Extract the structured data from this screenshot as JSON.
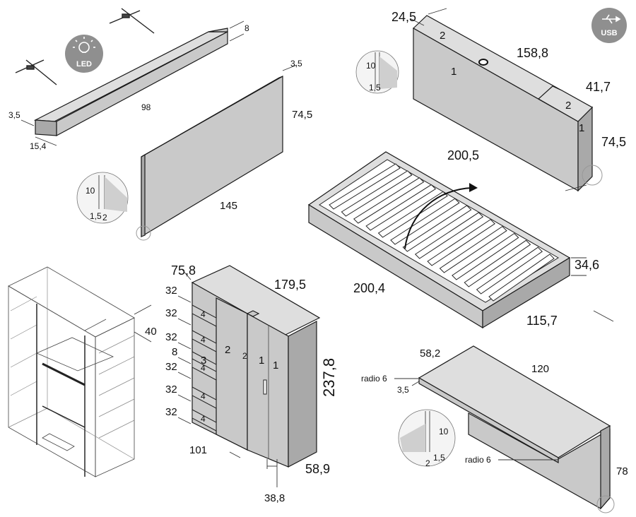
{
  "badges": {
    "led": "LED",
    "usb": "USB"
  },
  "shelf": {
    "length": "98",
    "height": "8",
    "thickness": "3,5",
    "depth": "15,4"
  },
  "back_panel": {
    "width": "145",
    "height": "74,5",
    "thickness": "3,5",
    "detail_a": "10",
    "detail_b": "1,5",
    "detail_c": "2"
  },
  "headboard": {
    "thickness": "24,5",
    "length": "158,8",
    "module": "41,7",
    "height": "74,5",
    "part_1": "1",
    "part_2": "2",
    "module_part_1": "1",
    "module_part_2": "2",
    "detail_a": "10",
    "detail_b": "1,5"
  },
  "bed": {
    "length_top": "200,5",
    "length_side": "200,4",
    "height": "34,6",
    "width": "115,7"
  },
  "wardrobe": {
    "depth": "40",
    "top_depth": "75,8",
    "top_width": "179,5",
    "height": "237,8",
    "base_width": "101",
    "door_width": "58,9",
    "gap": "38,8",
    "shelf_gaps": [
      "32",
      "32",
      "32",
      "8",
      "32",
      "32",
      "32"
    ],
    "labels": [
      "4",
      "4",
      "3",
      "4",
      "4",
      "4"
    ],
    "panel_2": "2",
    "panel_2_small": "2",
    "door_1a": "1",
    "door_1b": "1"
  },
  "desk": {
    "width": "120",
    "depth": "58,2",
    "thickness": "3,5",
    "height": "78",
    "radius_top": "radio 6",
    "radius_side": "radio 6",
    "detail_a": "10",
    "detail_b": "2",
    "detail_c": "1,5"
  }
}
